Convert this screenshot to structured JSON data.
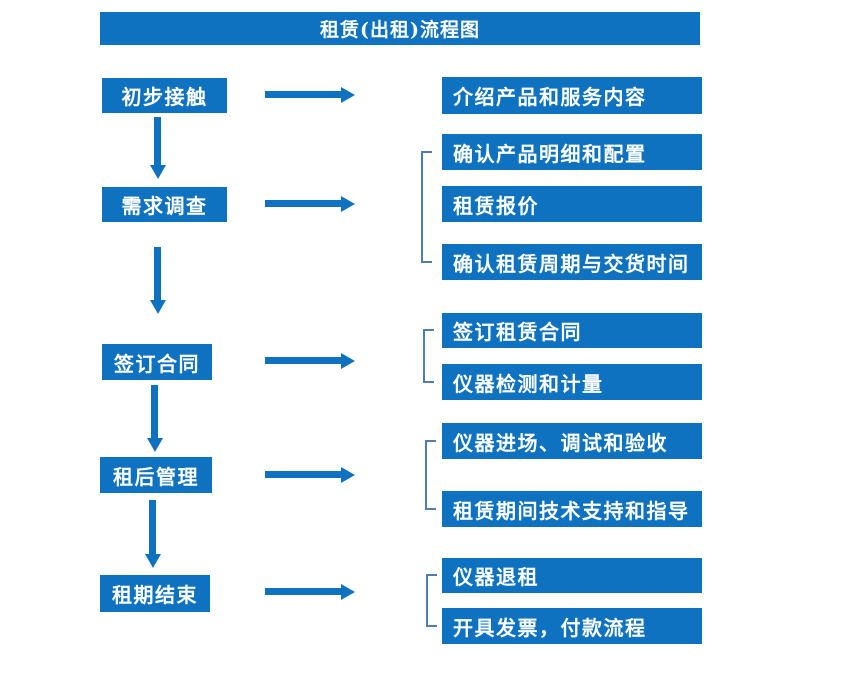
{
  "title": "租赁(出租)流程图",
  "colors": {
    "primary_blue": "#0e72c0",
    "bracket_blue": "#4f7db3",
    "text_white": "#ffffff",
    "canvas_bg": "#ffffff"
  },
  "stages": [
    {
      "label": "初步接触",
      "details": [
        "介绍产品和服务内容"
      ]
    },
    {
      "label": "需求调查",
      "details": [
        "确认产品明细和配置",
        "租赁报价",
        "确认租赁周期与交货时间"
      ]
    },
    {
      "label": "签订合同",
      "details": [
        "签订租赁合同",
        "仪器检测和计量"
      ]
    },
    {
      "label": "租后管理",
      "details": [
        "仪器进场、调试和验收",
        "租赁期间技术支持和指导"
      ]
    },
    {
      "label": "租期结束",
      "details": [
        "仪器退租",
        "开具发票，付款流程"
      ]
    }
  ]
}
